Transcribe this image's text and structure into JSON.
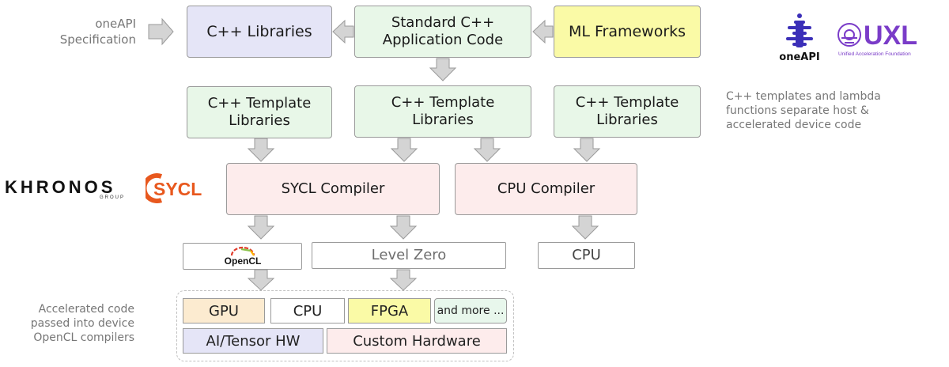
{
  "spec_label": "oneAPI\nSpecification",
  "top_row": {
    "cpp_libraries": "C++ Libraries",
    "standard_cpp": "Standard C++\nApplication Code",
    "ml_frameworks": "ML Frameworks"
  },
  "template_libraries": [
    "C++ Template\nLibraries",
    "C++ Template\nLibraries",
    "C++ Template\nLibraries"
  ],
  "template_note": "C++ templates and lambda\nfunctions separate host &\naccelerated device code",
  "compilers": {
    "sycl": "SYCL Compiler",
    "cpu": "CPU Compiler"
  },
  "backends": {
    "opencl": "OpenCL",
    "level_zero": "Level Zero",
    "cpu": "CPU"
  },
  "devices": {
    "gpu": "GPU",
    "cpu": "CPU",
    "fpga": "FPGA",
    "more": "and more ...",
    "ai_tensor": "AI/Tensor HW",
    "custom": "Custom Hardware"
  },
  "accel_note": "Accelerated code\npassed into device\nOpenCL compilers",
  "logos": {
    "khronos": "KHRONOS",
    "khronos_sub": "GROUP",
    "sycl": "SYCL",
    "oneapi": "oneAPI",
    "uxl": "UXL",
    "uxl_sub": "Unified Acceleration Foundation"
  },
  "colors": {
    "libraries": "#e5e5f7",
    "standard": "#e8f7e8",
    "ml": "#fafaa6",
    "compiler": "#fdecec",
    "gpu": "#fcebd0",
    "fpga": "#fafaa6",
    "more": "#e8f7ec",
    "ai": "#e5e5f7",
    "custom": "#fdecec",
    "arrow_fill": "#d4d4d4",
    "arrow_stroke": "#9a9a9a",
    "uxl": "#7a3cc8",
    "sycl": "#e8581e"
  }
}
